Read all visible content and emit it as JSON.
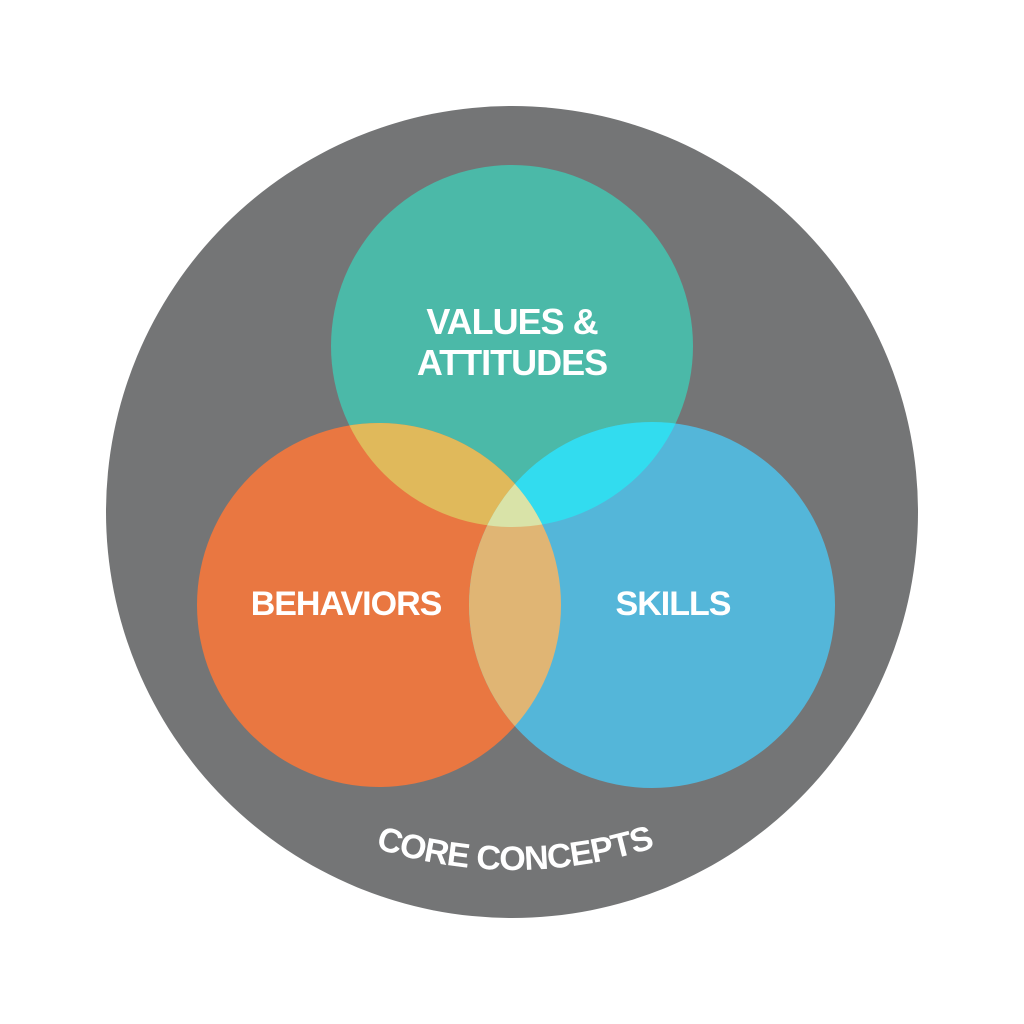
{
  "diagram": {
    "outer_label": "CORE CONCEPTS",
    "circles": {
      "values": {
        "label_line1": "VALUES &",
        "label_line2": "ATTITUDES"
      },
      "behaviors": {
        "label": "BEHAVIORS"
      },
      "skills": {
        "label": "SKILLS"
      }
    }
  },
  "colors": {
    "outer_circle": "#747576",
    "values_circle": "#4bb9a8",
    "behaviors_circle": "#e97741",
    "skills_circle": "#54b6d9",
    "overlap_values_behaviors": "#e0b95b",
    "overlap_values_skills": "#32dcef",
    "overlap_behaviors_skills": "#e0b574",
    "overlap_center": "#d9e3a8",
    "text": "#ffffff"
  }
}
